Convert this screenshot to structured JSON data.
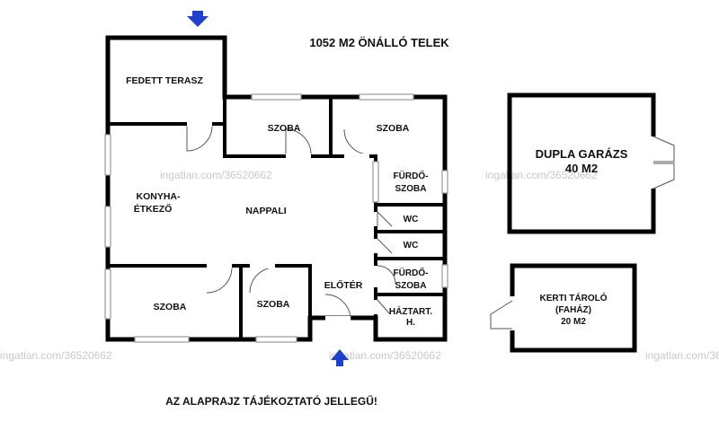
{
  "title": "1052 M2 ÖNÁLLÓ TELEK",
  "footer_note": "AZ ALAPRAJZ TÁJÉKOZTATÓ JELLEGŰ!",
  "watermark": "ingatlan.com/36520662",
  "colors": {
    "wall": "#000000",
    "arrow": "#1f3fcf",
    "watermark": "#c9c9c9"
  },
  "rooms": {
    "fedett_terasz": "FEDETT TERASZ",
    "szoba_top_left": "SZOBA",
    "szoba_top_right": "SZOBA",
    "konyha_line1": "KONYHA-",
    "konyha_line2": "ÉTKEZŐ",
    "nappali": "NAPPALI",
    "furdo1_line1": "FÜRDŐ-",
    "furdo1_line2": "SZOBA",
    "wc1": "WC",
    "wc2": "WC",
    "furdo2_line1": "FÜRDŐ-",
    "furdo2_line2": "SZOBA",
    "szoba_bottom_left": "SZOBA",
    "szoba_bottom_mid": "SZOBA",
    "eloter": "ELŐTÉR",
    "haztart_line1": "HÁZTART.",
    "haztart_line2": "H.",
    "garazs_line1": "DUPLA GARÁZS",
    "garazs_line2": "40 M2",
    "tarolo_line1": "KERTI TÁROLÓ",
    "tarolo_line2": "(FAHÁZ)",
    "tarolo_line3": "20 M2"
  },
  "icons": [
    "entrance-arrow-top-icon",
    "entrance-arrow-bottom-icon"
  ]
}
